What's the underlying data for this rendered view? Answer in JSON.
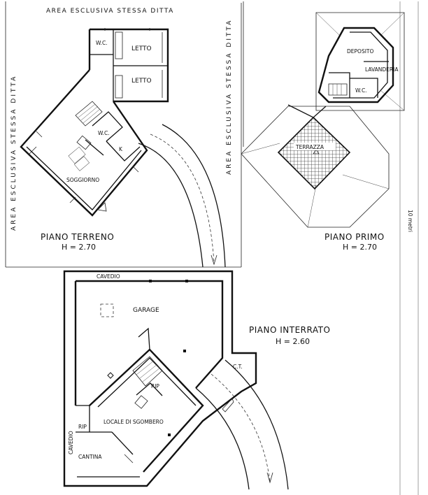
{
  "labels": {
    "area_top": "AREA  ESCLUSIVA  STESSA  DITTA",
    "area_left": "AREA  ESCLUSIVA  STESSA  DITTA",
    "area_right": "AREA  ESCLUSIVA  STESSA  DITTA",
    "scale_note": "10 metri"
  },
  "ground_floor": {
    "title": "PIANO  TERRENO",
    "height": "H = 2.70",
    "rooms": {
      "wc_top": "W.C.",
      "letto_1": "LETTO",
      "letto_2": "LETTO",
      "wc": "W.C.",
      "k": "K",
      "soggiorno": "SOGGIORNO"
    }
  },
  "first_floor": {
    "title": "PIANO  PRIMO",
    "height": "H = 2.70",
    "rooms": {
      "deposito": "DEPOSITO",
      "lavanderia": "LAVANDERIA",
      "wc": "W.C.",
      "terrazza": "TERRAZZA"
    }
  },
  "basement": {
    "title": "PIANO  INTERRATO",
    "height": "H = 2.60",
    "rooms": {
      "cavedio_top": "CAVEDIO",
      "cavedio_left": "CAVEDIO",
      "garage": "GARAGE",
      "ct": "C.T.",
      "rip_1": "RIP",
      "rip_2": "RIP",
      "locale": "LOCALE DI SGOMBERO",
      "cantina": "CANTINA"
    }
  }
}
